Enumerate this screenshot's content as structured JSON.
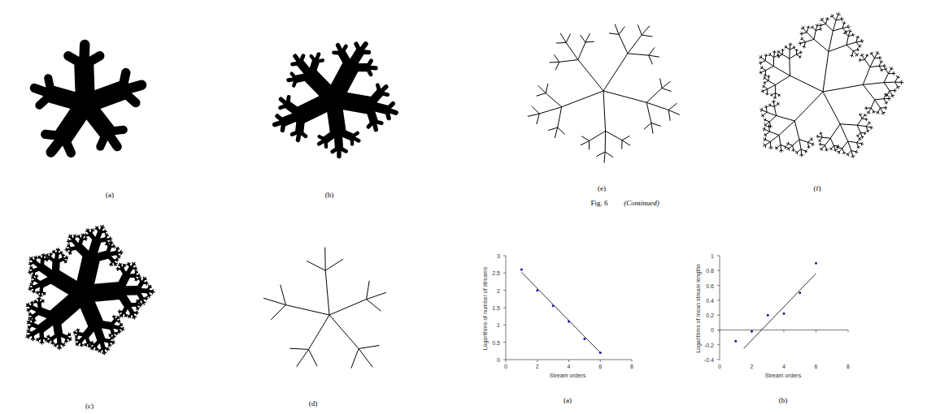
{
  "diagram": {
    "labels": [
      "(a)",
      "(b)",
      "(e)",
      "(f)",
      "Fig. 6",
      "(Continued)",
      "(c)",
      "(d)",
      "3",
      "2.5",
      "2",
      "1.5",
      "1",
      "0.5",
      "0",
      "0",
      "2",
      "4",
      "6",
      "8",
      "Logarithms of number of streams",
      "Stream orders",
      "(a)",
      "1",
      "0.8",
      "0.6",
      "0.4",
      "0.2",
      "0",
      "-0.2",
      "-0.4",
      "0",
      "2",
      "4",
      "6",
      "8",
      "Logarithms of mean stream lengths",
      "Stream orders",
      "(b)"
    ]
  }
}
